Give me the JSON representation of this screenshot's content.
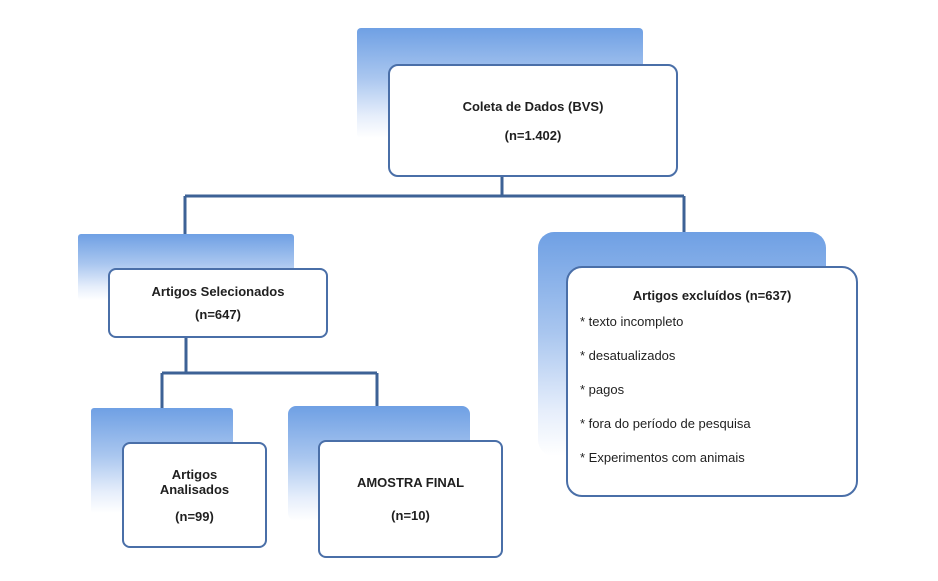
{
  "root": {
    "title": "Coleta de Dados (BVS)",
    "count": "(n=1.402)"
  },
  "selected": {
    "title": "Artigos Selecionados",
    "count": "(n=647)"
  },
  "excluded": {
    "title": "Artigos excluídos (n=637)",
    "reasons": [
      "* texto incompleto",
      "* desatualizados",
      "* pagos",
      "* fora do período de pesquisa",
      "* Experimentos com animais"
    ]
  },
  "analyzed": {
    "line1": "Artigos",
    "line2": "Analisados",
    "count": "(n=99)"
  },
  "final": {
    "title": "AMOSTRA FINAL",
    "count": "(n=10)"
  }
}
